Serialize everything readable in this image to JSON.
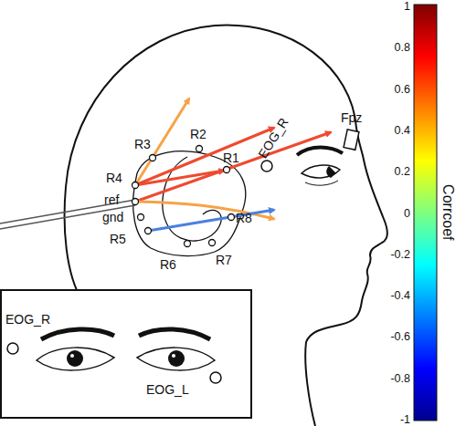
{
  "diagram": {
    "labels": [
      "R3",
      "R2",
      "R1",
      "R4",
      "ref",
      "gnd",
      "R5",
      "R6",
      "R7",
      "R8",
      "EOG_R",
      "Fpz",
      "EOG_R",
      "EOG_L",
      "1",
      "0.8",
      "0.6",
      "0.4",
      "0.2",
      "0",
      "-0.2",
      "-0.4",
      "-0.6",
      "-0.8",
      "-1",
      "Corrcoef"
    ]
  }
}
